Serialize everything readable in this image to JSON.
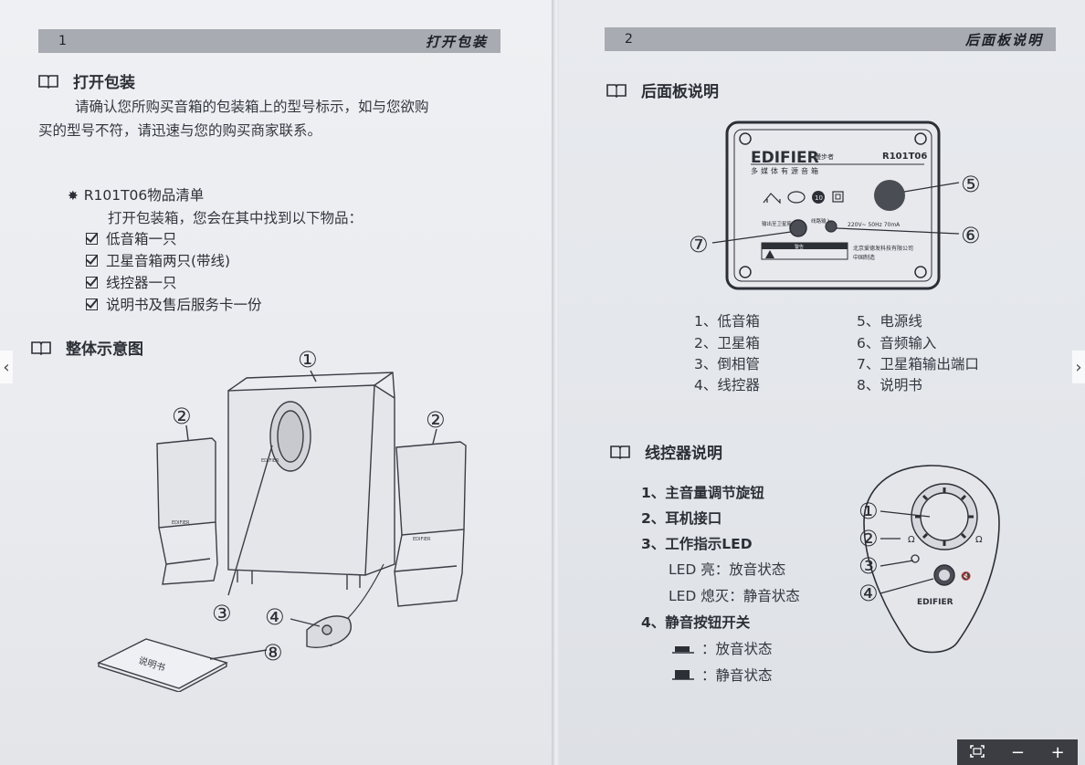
{
  "left_page": {
    "page_number": "1",
    "header_title": "打开包装",
    "section1_title": "打开包装",
    "intro_line1": "请确认您所购买音箱的包装箱上的型号标示，如与您欲购",
    "intro_line2": "买的型号不符，请迅速与您的购买商家联系。",
    "list_title": "R101T06物品清单",
    "list_intro": "打开包装箱，您会在其中找到以下物品：",
    "items": [
      "低音箱一只",
      "卫星音箱两只(带线)",
      "线控器一只",
      "说明书及售后服务卡一份"
    ],
    "section2_title": "整体示意图",
    "callouts": [
      "①",
      "②",
      "②",
      "③",
      "④",
      "⑧"
    ],
    "brand": "EDIFIER",
    "manual_label": "说明书"
  },
  "right_page": {
    "page_number": "2",
    "header_title": "后面板说明",
    "section1_title": "后面板说明",
    "panel": {
      "brand": "EDIFIER",
      "brand_cn": "漫步者",
      "model": "R101T06",
      "subtitle": "多媒体有源音箱",
      "output_label": "输出至卫星箱",
      "input_label": "线路输入",
      "power_spec": "220V~ 50Hz 70mA",
      "warning_title": "警告",
      "company": "北京爱德发科技有限公司",
      "made_in": "中国制造",
      "callouts": [
        "⑤",
        "⑥",
        "⑦"
      ]
    },
    "legend_left": [
      "1、低音箱",
      "2、卫星箱",
      "3、倒相管",
      "4、线控器"
    ],
    "legend_right": [
      "5、电源线",
      "6、音频输入",
      "7、卫星箱输出端口",
      "8、说明书"
    ],
    "section2_title": "线控器说明",
    "controller_items": [
      "1、主音量调节旋钮",
      "2、耳机接口",
      "3、工作指示LED"
    ],
    "led_on": "LED 亮：放音状态",
    "led_off": "LED 熄灭：静音状态",
    "mute_title": "4、静音按钮开关",
    "mute_up": "：放音状态",
    "mute_down": "：静音状态",
    "remote_callouts": [
      "①",
      "②",
      "③",
      "④"
    ],
    "remote_brand": "EDIFIER"
  },
  "toolbar": {
    "fit_icon": "fit-screen-icon",
    "zoom_out_label": "−",
    "zoom_in_label": "+"
  },
  "nav": {
    "prev": "‹",
    "next": "›"
  },
  "colors": {
    "header_bar": "#a8abb2",
    "page_bg": "#e9ebef",
    "ink": "#2c2f36"
  }
}
